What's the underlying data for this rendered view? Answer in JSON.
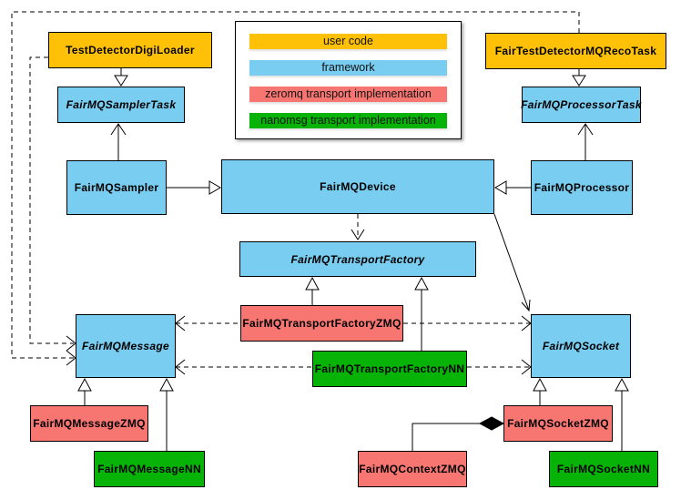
{
  "legend": {
    "items": [
      {
        "label": "user code",
        "color": "#ffc107"
      },
      {
        "label": "framework",
        "color": "#79cdf0"
      },
      {
        "label": "zeromq transport implementation",
        "color": "#f87672"
      },
      {
        "label": "nanomsg transport implementation",
        "color": "#07b307"
      }
    ]
  },
  "nodes": {
    "testDetectorDigiLoader": {
      "label": "TestDetectorDigiLoader",
      "category": "user code",
      "abstract": false
    },
    "fairTestDetectorMQRecoTask": {
      "label": "FairTestDetectorMQRecoTask",
      "category": "user code",
      "abstract": false
    },
    "fairMQSamplerTask": {
      "label": "FairMQSamplerTask",
      "category": "framework",
      "abstract": true
    },
    "fairMQProcessorTask": {
      "label": "FairMQProcessorTask",
      "category": "framework",
      "abstract": true
    },
    "fairMQSampler": {
      "label": "FairMQSampler",
      "category": "framework",
      "abstract": false
    },
    "fairMQDevice": {
      "label": "FairMQDevice",
      "category": "framework",
      "abstract": false
    },
    "fairMQProcessor": {
      "label": "FairMQProcessor",
      "category": "framework",
      "abstract": false
    },
    "fairMQTransportFactory": {
      "label": "FairMQTransportFactory",
      "category": "framework",
      "abstract": true
    },
    "fairMQTransportFactoryZMQ": {
      "label": "FairMQTransportFactoryZMQ",
      "category": "zeromq",
      "abstract": false
    },
    "fairMQTransportFactoryNN": {
      "label": "FairMQTransportFactoryNN",
      "category": "nanomsg",
      "abstract": false
    },
    "fairMQMessage": {
      "label": "FairMQMessage",
      "category": "framework",
      "abstract": true
    },
    "fairMQSocket": {
      "label": "FairMQSocket",
      "category": "framework",
      "abstract": true
    },
    "fairMQMessageZMQ": {
      "label": "FairMQMessageZMQ",
      "category": "zeromq",
      "abstract": false
    },
    "fairMQMessageNN": {
      "label": "FairMQMessageNN",
      "category": "nanomsg",
      "abstract": false
    },
    "fairMQContextZMQ": {
      "label": "FairMQContextZMQ",
      "category": "zeromq",
      "abstract": false
    },
    "fairMQSocketZMQ": {
      "label": "FairMQSocketZMQ",
      "category": "zeromq",
      "abstract": false
    },
    "fairMQSocketNN": {
      "label": "FairMQSocketNN",
      "category": "nanomsg",
      "abstract": false
    }
  },
  "edges": [
    {
      "from": "TestDetectorDigiLoader",
      "to": "FairMQSamplerTask",
      "style": "solid-hollow-triangle"
    },
    {
      "from": "FairMQSampler",
      "to": "FairMQSamplerTask",
      "style": "solid-open-arrow"
    },
    {
      "from": "FairTestDetectorMQRecoTask",
      "to": "FairMQProcessorTask",
      "style": "solid-hollow-triangle"
    },
    {
      "from": "FairMQProcessor",
      "to": "FairMQProcessorTask",
      "style": "solid-open-arrow"
    },
    {
      "from": "FairMQSampler",
      "to": "FairMQDevice",
      "style": "solid-hollow-triangle"
    },
    {
      "from": "FairMQProcessor",
      "to": "FairMQDevice",
      "style": "solid-hollow-triangle"
    },
    {
      "from": "FairMQDevice",
      "to": "FairMQTransportFactory",
      "style": "dashed-open-arrow"
    },
    {
      "from": "FairMQDevice",
      "to": "FairMQSocket",
      "style": "solid-open-arrow"
    },
    {
      "from": "FairMQTransportFactoryZMQ",
      "to": "FairMQTransportFactory",
      "style": "solid-hollow-triangle"
    },
    {
      "from": "FairMQTransportFactoryNN",
      "to": "FairMQTransportFactory",
      "style": "solid-hollow-triangle"
    },
    {
      "from": "FairMQTransportFactoryZMQ",
      "to": "FairMQMessage",
      "style": "dashed-open-arrow"
    },
    {
      "from": "FairMQTransportFactoryZMQ",
      "to": "FairMQSocket",
      "style": "dashed-open-arrow"
    },
    {
      "from": "FairMQTransportFactoryNN",
      "to": "FairMQMessage",
      "style": "dashed-open-arrow"
    },
    {
      "from": "FairMQTransportFactoryNN",
      "to": "FairMQSocket",
      "style": "dashed-open-arrow"
    },
    {
      "from": "TestDetectorDigiLoader",
      "to": "FairMQMessage",
      "style": "dashed-open-arrow"
    },
    {
      "from": "FairTestDetectorMQRecoTask",
      "to": "FairMQMessage",
      "style": "dashed-open-arrow"
    },
    {
      "from": "FairMQMessageZMQ",
      "to": "FairMQMessage",
      "style": "solid-hollow-triangle"
    },
    {
      "from": "FairMQMessageNN",
      "to": "FairMQMessage",
      "style": "solid-hollow-triangle"
    },
    {
      "from": "FairMQSocketZMQ",
      "to": "FairMQSocket",
      "style": "solid-hollow-triangle"
    },
    {
      "from": "FairMQSocketNN",
      "to": "FairMQSocket",
      "style": "solid-hollow-triangle"
    },
    {
      "from": "FairMQContextZMQ",
      "to": "FairMQSocketZMQ",
      "style": "solid-filled-diamond"
    }
  ],
  "colors": {
    "user_code": "#ffc107",
    "framework": "#79cdf0",
    "zeromq": "#f87672",
    "nanomsg": "#07b307",
    "border": "#000000",
    "background": "#ffffff"
  }
}
